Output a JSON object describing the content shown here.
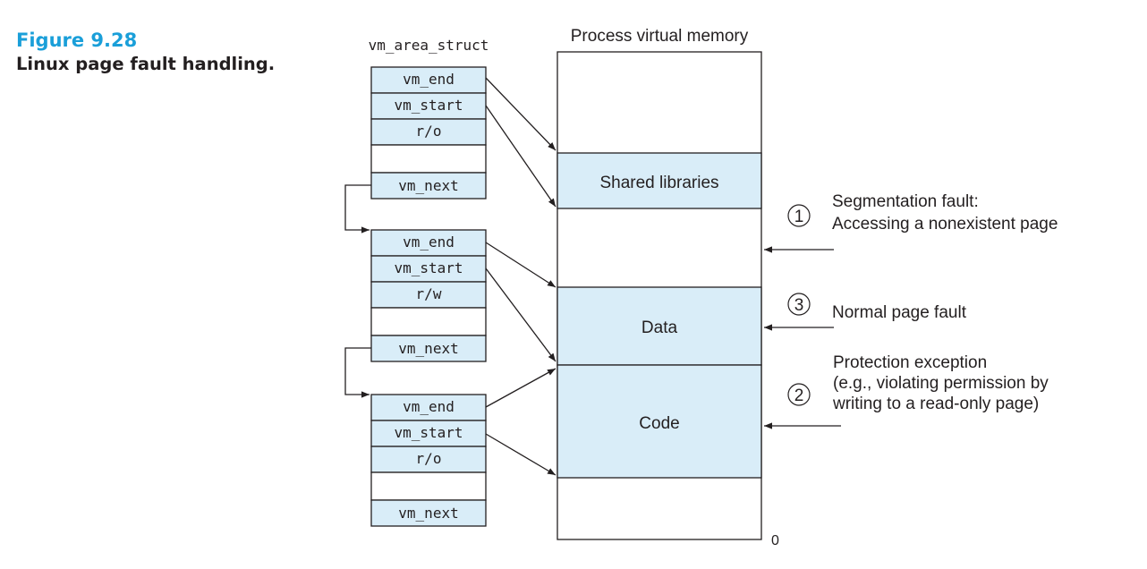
{
  "caption": {
    "figure_number": "Figure 9.28",
    "title": "Linux page fault handling."
  },
  "struct_label": "vm_area_struct",
  "memory_title": "Process virtual memory",
  "structs": [
    {
      "end": "vm_end",
      "start": "vm_start",
      "prot": "r/o",
      "next": "vm_next"
    },
    {
      "end": "vm_end",
      "start": "vm_start",
      "prot": "r/w",
      "next": "vm_next"
    },
    {
      "end": "vm_end",
      "start": "vm_start",
      "prot": "r/o",
      "next": "vm_next"
    }
  ],
  "regions": {
    "shared": "Shared libraries",
    "data": "Data",
    "code": "Code"
  },
  "zero_label": "0",
  "annotations": [
    {
      "number": "1",
      "lines": [
        "Segmentation fault:",
        "Accessing a nonexistent page"
      ]
    },
    {
      "number": "3",
      "lines": [
        "Normal page fault"
      ]
    },
    {
      "number": "2",
      "lines": [
        "Protection exception",
        "(e.g., violating permission by",
        "writing to a read-only page)"
      ]
    }
  ]
}
